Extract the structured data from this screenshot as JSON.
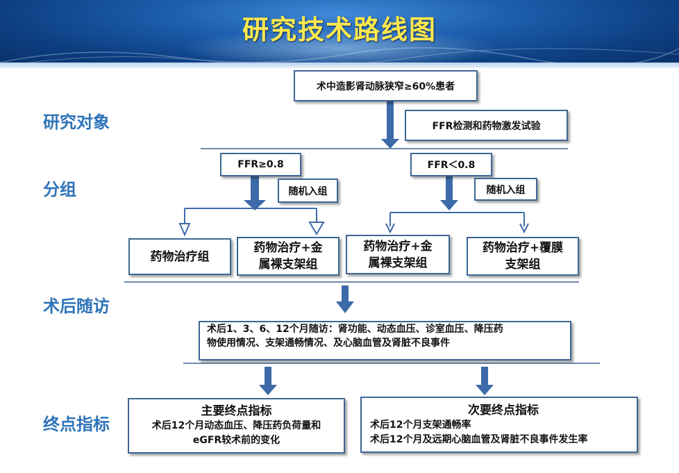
{
  "title": "研究技术路线图",
  "labels": {
    "subjects": "研究对象",
    "grouping": "分组",
    "followup": "术后随访",
    "endpoints": "终点指标"
  },
  "boxes": {
    "patients": "术中造影肾动脉狭窄≥60%患者",
    "ffr_test": "FFR检测和药物激发试验",
    "ffr_high": "FFR≥0.8",
    "ffr_low": "FFR＜0.8",
    "random_left": "随机入组",
    "random_right": "随机入组",
    "drug_only": "药物治疗组",
    "drug_bms_left_1": "药物治疗+金",
    "drug_bms_left_2": "属裸支架组",
    "drug_bms_right_1": "药物治疗+金",
    "drug_bms_right_2": "属裸支架组",
    "drug_covered_1": "药物治疗+覆膜",
    "drug_covered_2": "支架组",
    "followup_1": "术后1、3、6、12个月随访：肾功能、动态血压、诊室血压、降压药",
    "followup_2": "物使用情况、支架通畅情况、及心脑血管及肾脏不良事件",
    "primary_title": "主要终点指标",
    "primary_1": "术后12个月动态血压、降压药负荷量和",
    "primary_2": "eGFR较术前的变化",
    "secondary_title": "次要终点指标",
    "secondary_1": "术后12个月支架通畅率",
    "secondary_2": "术后12个月及远期心脑血管及肾脏不良事件发生率"
  },
  "colors": {
    "title": "#ffe84d",
    "label": "#2e73b8",
    "box_border": "#3d6593",
    "arrow": "#3d6aa8",
    "line": "#3d6593"
  }
}
